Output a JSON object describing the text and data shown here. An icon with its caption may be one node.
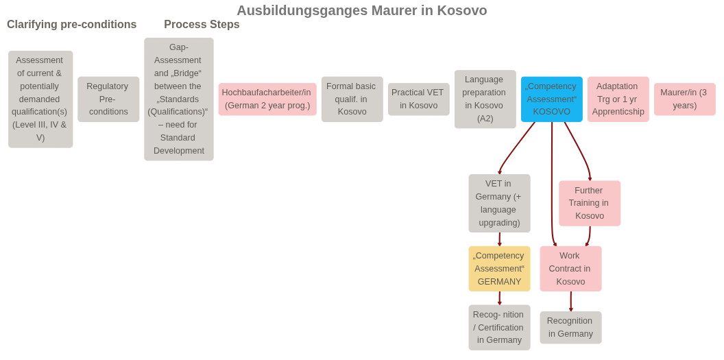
{
  "diagram": {
    "title": "Ausbildungsganges Maurer in Kosovo",
    "nodes": [
      {
        "text": [
          "Assessment of current & potentially demanded qualification(s) (Level III, IV & V)"
        ]
      },
      {
        "text": [
          "Regulatory Pre- conditions"
        ]
      },
      {
        "text": [
          "Gap-Assessment and „Bridge“ between the „Standards (Qualifications)“ – need for Standard Development"
        ]
      },
      {
        "text": [
          "Hochbaufacharbeiter/in (German 2 year prog.)"
        ]
      },
      {
        "text": [
          "Formal basic qualif. in Kosovo"
        ]
      },
      {
        "text": [
          "Practical VET in Kosovo"
        ]
      },
      {
        "text": [
          "Language preparation in Kosovo (A2)"
        ]
      },
      {
        "text": [
          "„Competency Assessment“",
          "KOSOVO"
        ]
      },
      {
        "text": [
          "Adaptation Trg or 1 yr Apprenticship"
        ]
      },
      {
        "text": [
          "VET in Germany (+ language upgrading)"
        ]
      },
      {
        "text": [
          "„Competency Assessment“",
          "GERMANY"
        ]
      },
      {
        "text": [
          "Maurer/in (3 years)"
        ]
      },
      {
        "text": [
          "Recog- nition / Certification in Germany"
        ]
      },
      {
        "text": [
          "Further Training in Kosovo"
        ]
      },
      {
        "text": [
          "Work Contract in Kosovo"
        ]
      },
      {
        "text": [
          "Recognition in Germany"
        ]
      }
    ],
    "edges": [
      {
        "from": 7,
        "to": 9,
        "arrow": "to"
      },
      {
        "from": 9,
        "to": 10,
        "arrow": "to"
      },
      {
        "from": 10,
        "to": 12,
        "arrow": "to"
      },
      {
        "from": 7,
        "to": 13,
        "arrow": "to"
      },
      {
        "from": 7,
        "to": 14,
        "arrow": "to"
      },
      {
        "from": 13,
        "to": 14,
        "arrow": "to"
      },
      {
        "from": 14,
        "to": 15,
        "arrow": "to"
      }
    ],
    "labels": [
      "Clarifying pre-conditions",
      "Process Steps"
    ]
  }
}
